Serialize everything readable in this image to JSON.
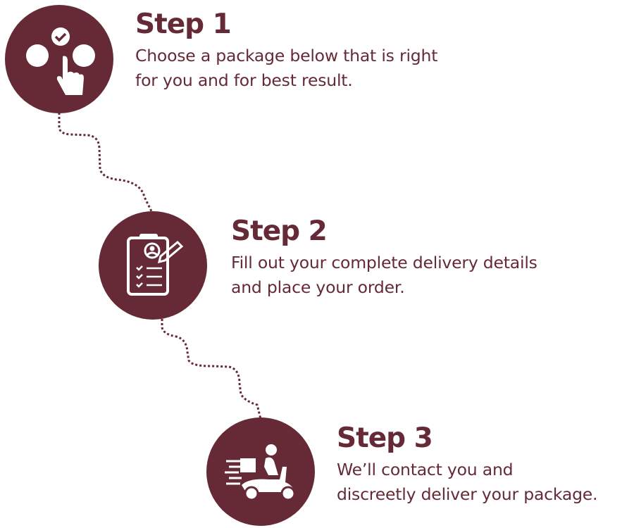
{
  "accent_color": "#652a36",
  "steps": [
    {
      "title": "Step 1",
      "line1": "Choose a package below that is right",
      "line2": "for you and for best result.",
      "icon": "hand-select-icon"
    },
    {
      "title": "Step 2",
      "line1": "Fill out your complete delivery details",
      "line2": "and place your order.",
      "icon": "clipboard-form-icon"
    },
    {
      "title": "Step 3",
      "line1": "We’ll contact you and",
      "line2": "discreetly deliver your package.",
      "icon": "delivery-scooter-icon"
    }
  ]
}
